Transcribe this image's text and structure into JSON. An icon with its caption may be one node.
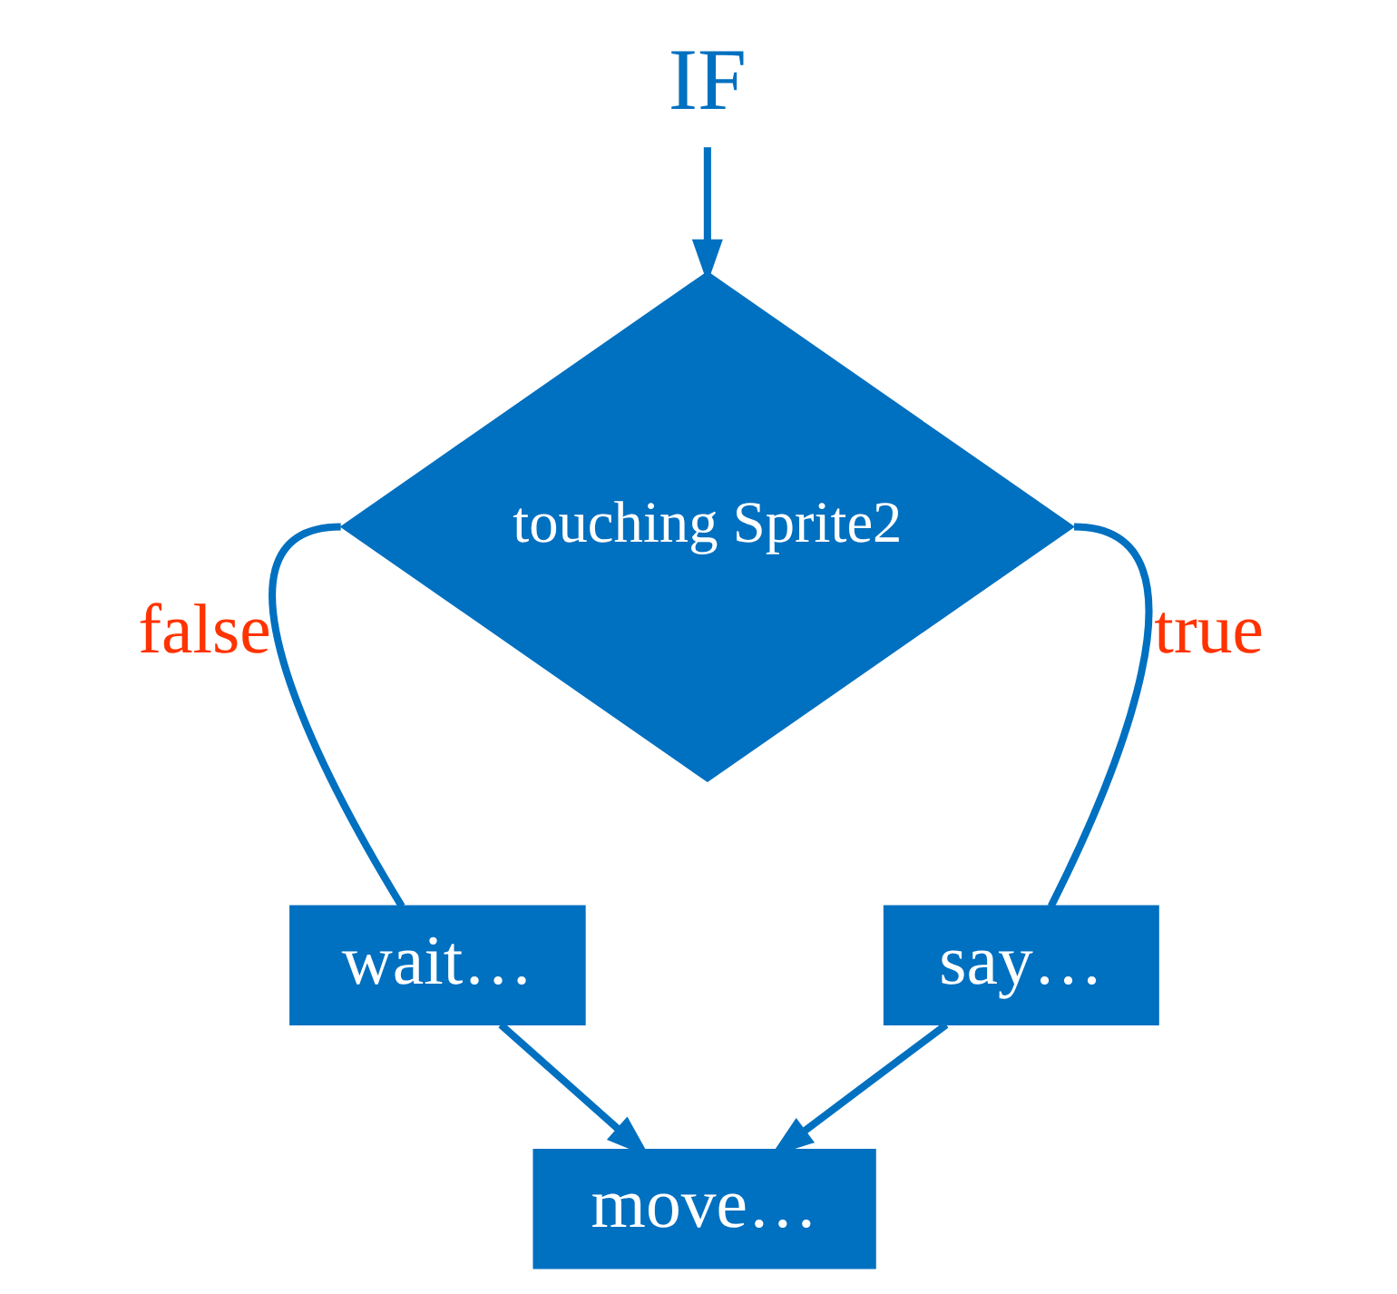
{
  "diagram": {
    "nodes": [
      {
        "text": [
          "IF"
        ]
      },
      {
        "text": [
          "touching Sprite2"
        ]
      },
      {
        "text": [
          "wait…"
        ]
      },
      {
        "text": [
          "say…"
        ]
      },
      {
        "text": [
          "move…"
        ]
      }
    ],
    "edges": [
      {
        "from": 0,
        "to": 1,
        "arrow": "to"
      },
      {
        "from": 1,
        "to": 2,
        "arrow": "none",
        "label": "false"
      },
      {
        "from": 1,
        "to": 3,
        "arrow": "none",
        "label": "true"
      },
      {
        "from": 2,
        "to": 4,
        "arrow": "to"
      },
      {
        "from": 3,
        "to": 4,
        "arrow": "to"
      }
    ]
  }
}
